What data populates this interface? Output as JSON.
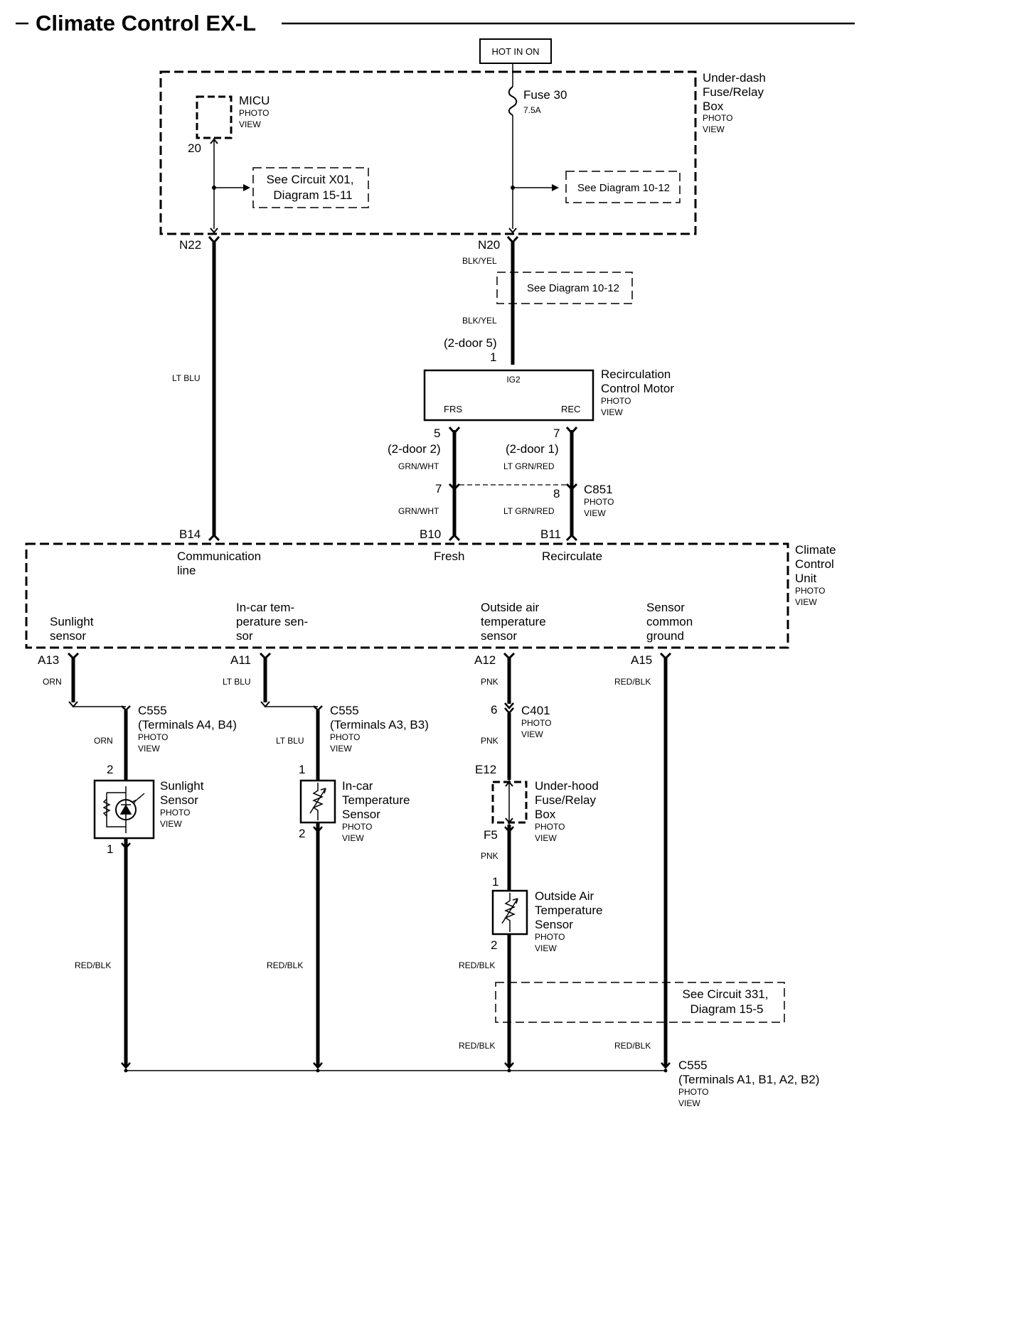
{
  "title": "Climate Control EX-L",
  "hot_in_on": "HOT IN ON",
  "photo": "PHOTO",
  "view": "VIEW",
  "fuse_box": {
    "line1": "Under-dash",
    "line2": "Fuse/Relay",
    "line3": "Box"
  },
  "micu": {
    "name": "MICU",
    "pin": "20"
  },
  "fuse": {
    "name": "Fuse 30",
    "rating": "7.5A"
  },
  "refs": {
    "x01_line1": "See Circuit X01,",
    "x01_line2": "Diagram  15-11",
    "d1012": "See Diagram 10-12",
    "c331_line1": "See Circuit 331,",
    "c331_line2": "Diagram 15-5"
  },
  "connectors": {
    "n22": "N22",
    "n20": "N20",
    "b14": "B14",
    "b10": "B10",
    "b11": "B11",
    "a13": "A13",
    "a11": "A11",
    "a12": "A12",
    "a15": "A15",
    "c851": "C851",
    "c401": "C401",
    "c555": "C555",
    "e12": "E12",
    "f5": "F5"
  },
  "wires": {
    "lt_blu": "LT BLU",
    "blk_yel": "BLK/YEL",
    "grn_wht": "GRN/WHT",
    "lt_grn_red": "LT GRN/RED",
    "orn": "ORN",
    "pnk": "PNK",
    "red_blk": "RED/BLK"
  },
  "recirc_motor": {
    "line1": "Recirculation",
    "line2": "Control Motor",
    "ig2": "IG2",
    "frs": "FRS",
    "rec": "REC",
    "pin_in": "1",
    "pin_in_note": "(2-door 5)",
    "pin_frs": "5",
    "pin_frs_note": "(2-door 2)",
    "pin_rec": "7",
    "pin_rec_note": "(2-door 1)"
  },
  "c851_pins": {
    "left": "7",
    "right": "8"
  },
  "ccu": {
    "line1": "Climate",
    "line2": "Control",
    "line3": "Unit",
    "comm1": "Communication",
    "comm2": "line",
    "fresh": "Fresh",
    "recirculate": "Recirculate",
    "sun1": "Sunlight",
    "sun2": "sensor",
    "incar1": "In-car tem-",
    "incar2": "perature sen-",
    "incar3": "sor",
    "out1": "Outside air",
    "out2": "temperature",
    "out3": "sensor",
    "gnd1": "Sensor",
    "gnd2": "common",
    "gnd3": "ground"
  },
  "c555_terms": {
    "sun": "(Terminals A4, B4)",
    "incar": "(Terminals A3, B3)",
    "ground": "(Terminals A1, B1, A2, B2)"
  },
  "c401_pin": "6",
  "underhood": {
    "line1": "Under-hood",
    "line2": "Fuse/Relay",
    "line3": "Box"
  },
  "sunlight_sensor": {
    "line1": "Sunlight",
    "line2": "Sensor",
    "pin_top": "2",
    "pin_bot": "1"
  },
  "incar_sensor": {
    "line1": "In-car",
    "line2": "Temperature",
    "line3": "Sensor",
    "pin_top": "1",
    "pin_bot": "2"
  },
  "outside_sensor": {
    "line1": "Outside Air",
    "line2": "Temperature",
    "line3": "Sensor",
    "pin_top": "1",
    "pin_bot": "2"
  }
}
